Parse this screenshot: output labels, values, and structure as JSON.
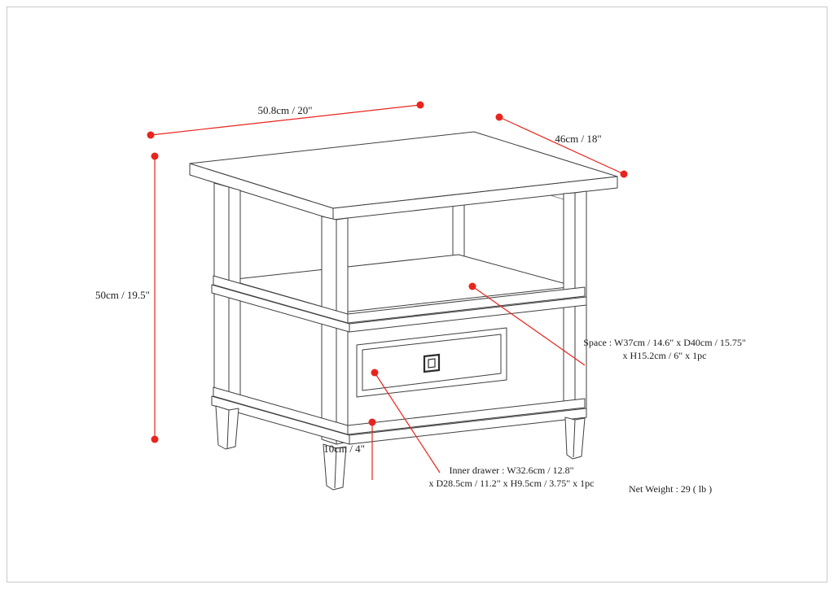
{
  "diagram": {
    "subject": "end-table-dimension-drawing"
  },
  "colors": {
    "dimension_accent": "#e8241e",
    "drawing_line": "#3f3f3f",
    "background": "#ffffff"
  },
  "labels": {
    "top_width": "50.8cm / 20\"",
    "top_depth": "46cm / 18\"",
    "overall_height": "50cm / 19.5\"",
    "leg_height": "10cm / 4\"",
    "shelf_space_line1": "Space : W37cm / 14.6\" x D40cm / 15.75\"",
    "shelf_space_line2": "x H15.2cm / 6\" x 1pc",
    "inner_drawer_line1": "Inner drawer : W32.6cm / 12.8\"",
    "inner_drawer_line2": "x D28.5cm / 11.2\" x H9.5cm / 3.75\" x 1pc",
    "net_weight": "Net Weight : 29 ( lb )"
  }
}
